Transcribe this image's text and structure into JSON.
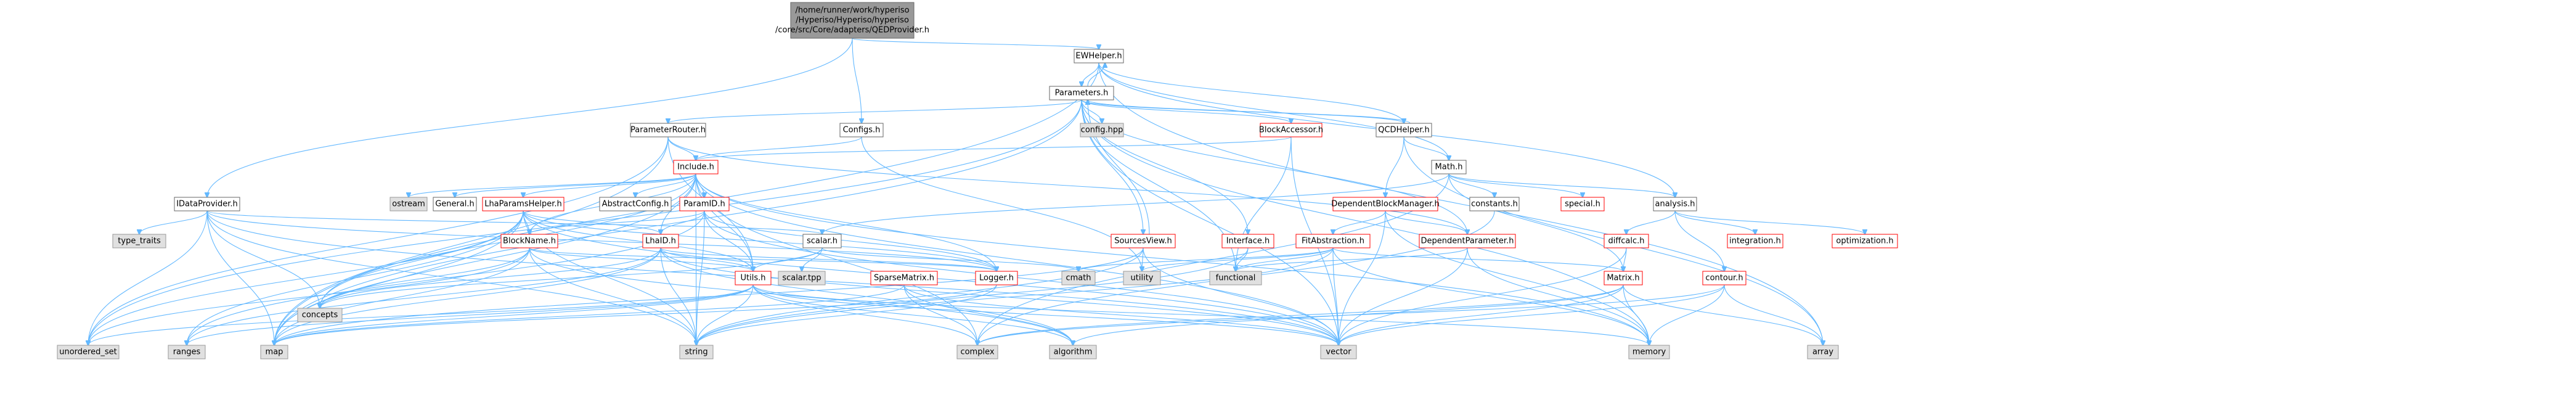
{
  "colors": {
    "root_fill": "#999999",
    "root_stroke": "#666666",
    "node_fill": "#ffffff",
    "node_stroke": "#666666",
    "red_stroke": "#ff0000",
    "ext_fill": "#e0e0e0",
    "ext_stroke": "#999999",
    "edge": "#63b8ff",
    "text": "#000000"
  },
  "nodes": {
    "root": {
      "lines": [
        "/home/runner/work/hyperiso",
        "/Hyperiso/Hyperiso/hyperiso",
        "/core/src/Core/adapters/QEDProvider.h"
      ],
      "kind": "root"
    },
    "ewhelper": {
      "lines": [
        "EWHelper.h"
      ],
      "kind": "normal"
    },
    "parameters": {
      "lines": [
        "Parameters.h"
      ],
      "kind": "normal"
    },
    "configs": {
      "lines": [
        "Configs.h"
      ],
      "kind": "normal"
    },
    "paramrouter": {
      "lines": [
        "ParameterRouter.h"
      ],
      "kind": "normal"
    },
    "configshpp": {
      "lines": [
        "config.hpp"
      ],
      "kind": "ext"
    },
    "blockacc": {
      "lines": [
        "BlockAccessor.h"
      ],
      "kind": "red"
    },
    "qcdhelper": {
      "lines": [
        "QCDHelper.h"
      ],
      "kind": "normal"
    },
    "include": {
      "lines": [
        "Include.h"
      ],
      "kind": "red"
    },
    "math": {
      "lines": [
        "Math.h"
      ],
      "kind": "normal"
    },
    "idataprov": {
      "lines": [
        "IDataProvider.h"
      ],
      "kind": "normal"
    },
    "ostream": {
      "lines": [
        "ostream"
      ],
      "kind": "ext"
    },
    "general": {
      "lines": [
        "General.h"
      ],
      "kind": "normal"
    },
    "lhaparams": {
      "lines": [
        "LhaParamsHelper.h"
      ],
      "kind": "red"
    },
    "abstractcfg": {
      "lines": [
        "AbstractConfig.h"
      ],
      "kind": "normal"
    },
    "paramid": {
      "lines": [
        "ParamID.h"
      ],
      "kind": "red"
    },
    "depblockmgr": {
      "lines": [
        "DependentBlockManager.h"
      ],
      "kind": "red"
    },
    "constants": {
      "lines": [
        "constants.h"
      ],
      "kind": "normal"
    },
    "special": {
      "lines": [
        "special.h"
      ],
      "kind": "red"
    },
    "analysis": {
      "lines": [
        "analysis.h"
      ],
      "kind": "normal"
    },
    "sourcesview": {
      "lines": [
        "SourcesView.h"
      ],
      "kind": "red"
    },
    "interface": {
      "lines": [
        "Interface.h"
      ],
      "kind": "red"
    },
    "typetraits": {
      "lines": [
        "type_traits"
      ],
      "kind": "ext"
    },
    "scalar": {
      "lines": [
        "scalar.h"
      ],
      "kind": "normal"
    },
    "blockname": {
      "lines": [
        "BlockName.h"
      ],
      "kind": "red"
    },
    "lhaid": {
      "lines": [
        "LhaID.h"
      ],
      "kind": "red"
    },
    "fitabs": {
      "lines": [
        "FitAbstraction.h"
      ],
      "kind": "red"
    },
    "depparam": {
      "lines": [
        "DependentParameter.h"
      ],
      "kind": "red"
    },
    "diffcalc": {
      "lines": [
        "diffcalc.h"
      ],
      "kind": "red"
    },
    "integration": {
      "lines": [
        "integration.h"
      ],
      "kind": "red"
    },
    "optimization": {
      "lines": [
        "optimization.h"
      ],
      "kind": "red"
    },
    "scalartpp": {
      "lines": [
        "scalar.tpp"
      ],
      "kind": "ext"
    },
    "sparsematrix": {
      "lines": [
        "SparseMatrix.h"
      ],
      "kind": "red"
    },
    "utils": {
      "lines": [
        "Utils.h"
      ],
      "kind": "red"
    },
    "logger": {
      "lines": [
        "Logger.h"
      ],
      "kind": "red"
    },
    "cmath": {
      "lines": [
        "cmath"
      ],
      "kind": "ext"
    },
    "utility": {
      "lines": [
        "utility"
      ],
      "kind": "ext"
    },
    "functional": {
      "lines": [
        "functional"
      ],
      "kind": "ext"
    },
    "matrix": {
      "lines": [
        "Matrix.h"
      ],
      "kind": "red"
    },
    "contour": {
      "lines": [
        "contour.h"
      ],
      "kind": "red"
    },
    "concepts": {
      "lines": [
        "concepts"
      ],
      "kind": "ext"
    },
    "unordset": {
      "lines": [
        "unordered_set"
      ],
      "kind": "ext"
    },
    "ranges": {
      "lines": [
        "ranges"
      ],
      "kind": "ext"
    },
    "map": {
      "lines": [
        "map"
      ],
      "kind": "ext"
    },
    "string": {
      "lines": [
        "string"
      ],
      "kind": "ext"
    },
    "complex": {
      "lines": [
        "complex"
      ],
      "kind": "ext"
    },
    "algorithm": {
      "lines": [
        "algorithm"
      ],
      "kind": "ext"
    },
    "vector": {
      "lines": [
        "vector"
      ],
      "kind": "ext"
    },
    "memory": {
      "lines": [
        "memory"
      ],
      "kind": "ext"
    },
    "array": {
      "lines": [
        "array"
      ],
      "kind": "ext"
    }
  },
  "edges": [
    [
      "root",
      "ewhelper"
    ],
    [
      "root",
      "configs"
    ],
    [
      "root",
      "idataprov"
    ],
    [
      "ewhelper",
      "parameters"
    ],
    [
      "ewhelper",
      "qcdhelper"
    ],
    [
      "ewhelper",
      "math"
    ],
    [
      "ewhelper",
      "analysis"
    ],
    [
      "ewhelper",
      "array"
    ],
    [
      "ewhelper",
      "map"
    ],
    [
      "parameters",
      "ewhelper"
    ],
    [
      "parameters",
      "paramrouter"
    ],
    [
      "parameters",
      "configshpp"
    ],
    [
      "parameters",
      "blockacc"
    ],
    [
      "parameters",
      "qcdhelper"
    ],
    [
      "parameters",
      "sourcesview"
    ],
    [
      "parameters",
      "interface"
    ],
    [
      "parameters",
      "depparam"
    ],
    [
      "parameters",
      "functional"
    ],
    [
      "parameters",
      "unordset"
    ],
    [
      "parameters",
      "map"
    ],
    [
      "parameters",
      "vector"
    ],
    [
      "parameters",
      "memory"
    ],
    [
      "configs",
      "include"
    ],
    [
      "configs",
      "utility"
    ],
    [
      "paramrouter",
      "include"
    ],
    [
      "paramrouter",
      "utils"
    ],
    [
      "paramrouter",
      "depparam"
    ],
    [
      "paramrouter",
      "unordset"
    ],
    [
      "paramrouter",
      "map"
    ],
    [
      "blockacc",
      "include"
    ],
    [
      "blockacc",
      "functional"
    ],
    [
      "blockacc",
      "vector"
    ],
    [
      "qcdhelper",
      "parameters"
    ],
    [
      "qcdhelper",
      "math"
    ],
    [
      "qcdhelper",
      "depblockmgr"
    ],
    [
      "qcdhelper",
      "array"
    ],
    [
      "include",
      "ostream"
    ],
    [
      "include",
      "general"
    ],
    [
      "include",
      "lhaparams"
    ],
    [
      "include",
      "abstractcfg"
    ],
    [
      "include",
      "paramid"
    ],
    [
      "include",
      "blockname"
    ],
    [
      "include",
      "lhaid"
    ],
    [
      "include",
      "utils"
    ],
    [
      "include",
      "logger"
    ],
    [
      "include",
      "concepts"
    ],
    [
      "include",
      "complex"
    ],
    [
      "include",
      "map"
    ],
    [
      "include",
      "vector"
    ],
    [
      "include",
      "memory"
    ],
    [
      "include",
      "string"
    ],
    [
      "math",
      "constants"
    ],
    [
      "math",
      "special"
    ],
    [
      "math",
      "analysis"
    ],
    [
      "math",
      "matrix"
    ],
    [
      "math",
      "scalar"
    ],
    [
      "math",
      "complex"
    ],
    [
      "idataprov",
      "typetraits"
    ],
    [
      "idataprov",
      "scalar"
    ],
    [
      "idataprov",
      "logger"
    ],
    [
      "idataprov",
      "concepts"
    ],
    [
      "idataprov",
      "unordset"
    ],
    [
      "idataprov",
      "map"
    ],
    [
      "idataprov",
      "string"
    ],
    [
      "idataprov",
      "vector"
    ],
    [
      "lhaparams",
      "blockname"
    ],
    [
      "lhaparams",
      "lhaid"
    ],
    [
      "lhaparams",
      "utils"
    ],
    [
      "lhaparams",
      "logger"
    ],
    [
      "lhaparams",
      "concepts"
    ],
    [
      "lhaparams",
      "unordset"
    ],
    [
      "lhaparams",
      "ranges"
    ],
    [
      "lhaparams",
      "map"
    ],
    [
      "lhaparams",
      "string"
    ],
    [
      "lhaparams",
      "vector"
    ],
    [
      "paramid",
      "blockname"
    ],
    [
      "paramid",
      "lhaid"
    ],
    [
      "paramid",
      "utils"
    ],
    [
      "paramid",
      "logger"
    ],
    [
      "paramid",
      "ranges"
    ],
    [
      "paramid",
      "string"
    ],
    [
      "paramid",
      "vector"
    ],
    [
      "depblockmgr",
      "depparam"
    ],
    [
      "depblockmgr",
      "fitabs"
    ],
    [
      "depblockmgr",
      "memory"
    ],
    [
      "depblockmgr",
      "vector"
    ],
    [
      "constants",
      "complex"
    ],
    [
      "analysis",
      "diffcalc"
    ],
    [
      "analysis",
      "integration"
    ],
    [
      "analysis",
      "optimization"
    ],
    [
      "analysis",
      "contour"
    ],
    [
      "sourcesview",
      "parameters"
    ],
    [
      "sourcesview",
      "utility"
    ],
    [
      "sourcesview",
      "string"
    ],
    [
      "sourcesview",
      "vector"
    ],
    [
      "sourcesview",
      "map"
    ],
    [
      "interface",
      "functional"
    ],
    [
      "interface",
      "string"
    ],
    [
      "scalar",
      "scalartpp"
    ],
    [
      "scalar",
      "cmath"
    ],
    [
      "scalar",
      "concepts"
    ],
    [
      "scalar",
      "utils"
    ],
    [
      "blockname",
      "utils"
    ],
    [
      "blockname",
      "logger"
    ],
    [
      "blockname",
      "concepts"
    ],
    [
      "blockname",
      "unordset"
    ],
    [
      "blockname",
      "map"
    ],
    [
      "blockname",
      "string"
    ],
    [
      "blockname",
      "algorithm"
    ],
    [
      "lhaid",
      "utils"
    ],
    [
      "lhaid",
      "logger"
    ],
    [
      "lhaid",
      "concepts"
    ],
    [
      "lhaid",
      "map"
    ],
    [
      "lhaid",
      "string"
    ],
    [
      "lhaid",
      "ranges"
    ],
    [
      "lhaid",
      "algorithm"
    ],
    [
      "lhaid",
      "vector"
    ],
    [
      "fitabs",
      "matrix"
    ],
    [
      "fitabs",
      "functional"
    ],
    [
      "fitabs",
      "utility"
    ],
    [
      "fitabs",
      "cmath"
    ],
    [
      "fitabs",
      "string"
    ],
    [
      "fitabs",
      "vector"
    ],
    [
      "fitabs",
      "memory"
    ],
    [
      "depparam",
      "functional"
    ],
    [
      "depparam",
      "vector"
    ],
    [
      "depparam",
      "memory"
    ],
    [
      "diffcalc",
      "matrix"
    ],
    [
      "diffcalc",
      "vector"
    ],
    [
      "sparsematrix",
      "map"
    ],
    [
      "sparsematrix",
      "vector"
    ],
    [
      "sparsematrix",
      "complex"
    ],
    [
      "sparsematrix",
      "algorithm"
    ],
    [
      "utils",
      "unordset"
    ],
    [
      "utils",
      "ranges"
    ],
    [
      "utils",
      "map"
    ],
    [
      "utils",
      "string"
    ],
    [
      "utils",
      "algorithm"
    ],
    [
      "utils",
      "vector"
    ],
    [
      "utils",
      "memory"
    ],
    [
      "utils",
      "complex"
    ],
    [
      "logger",
      "string"
    ],
    [
      "logger",
      "map"
    ],
    [
      "matrix",
      "vector"
    ],
    [
      "matrix",
      "memory"
    ],
    [
      "matrix",
      "array"
    ],
    [
      "matrix",
      "algorithm"
    ],
    [
      "matrix",
      "complex"
    ],
    [
      "contour",
      "vector"
    ],
    [
      "contour",
      "memory"
    ],
    [
      "contour",
      "complex"
    ],
    [
      "contour",
      "array"
    ]
  ]
}
